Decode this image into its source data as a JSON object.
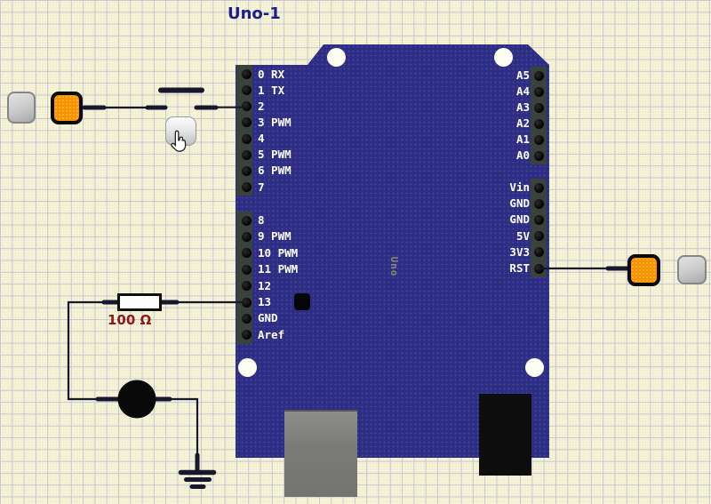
{
  "title": "Uno-1",
  "board": {
    "name_label": "Uno",
    "pins_left_top": [
      "0 RX",
      "1 TX",
      "2",
      "3 PWM",
      "4",
      "5 PWM",
      "6 PWM",
      "7"
    ],
    "pins_left_bottom": [
      "8",
      "9 PWM",
      "10 PWM",
      "11 PWM",
      "12",
      "13",
      "GND",
      "Aref"
    ],
    "pins_right_top": [
      "A5",
      "A4",
      "A3",
      "A2",
      "A1",
      "A0"
    ],
    "pins_right_bottom": [
      "Vin",
      "GND",
      "GND",
      "5V",
      "3V3",
      "RST"
    ]
  },
  "components": {
    "resistor_label": "100 Ω"
  },
  "colors": {
    "canvas_background": "#f3f0d2",
    "grid_line": "#c6c6d2",
    "board_blue": "#2d2d84",
    "pin_strip": "#39423b",
    "wire": "#17172d",
    "orange_button": "#f79400",
    "gray_button": "#c9c9c9",
    "resistor_label_red": "#8b1a1a",
    "title_blue": "#1c1c8f",
    "pin_label_white": "#ffffff"
  }
}
